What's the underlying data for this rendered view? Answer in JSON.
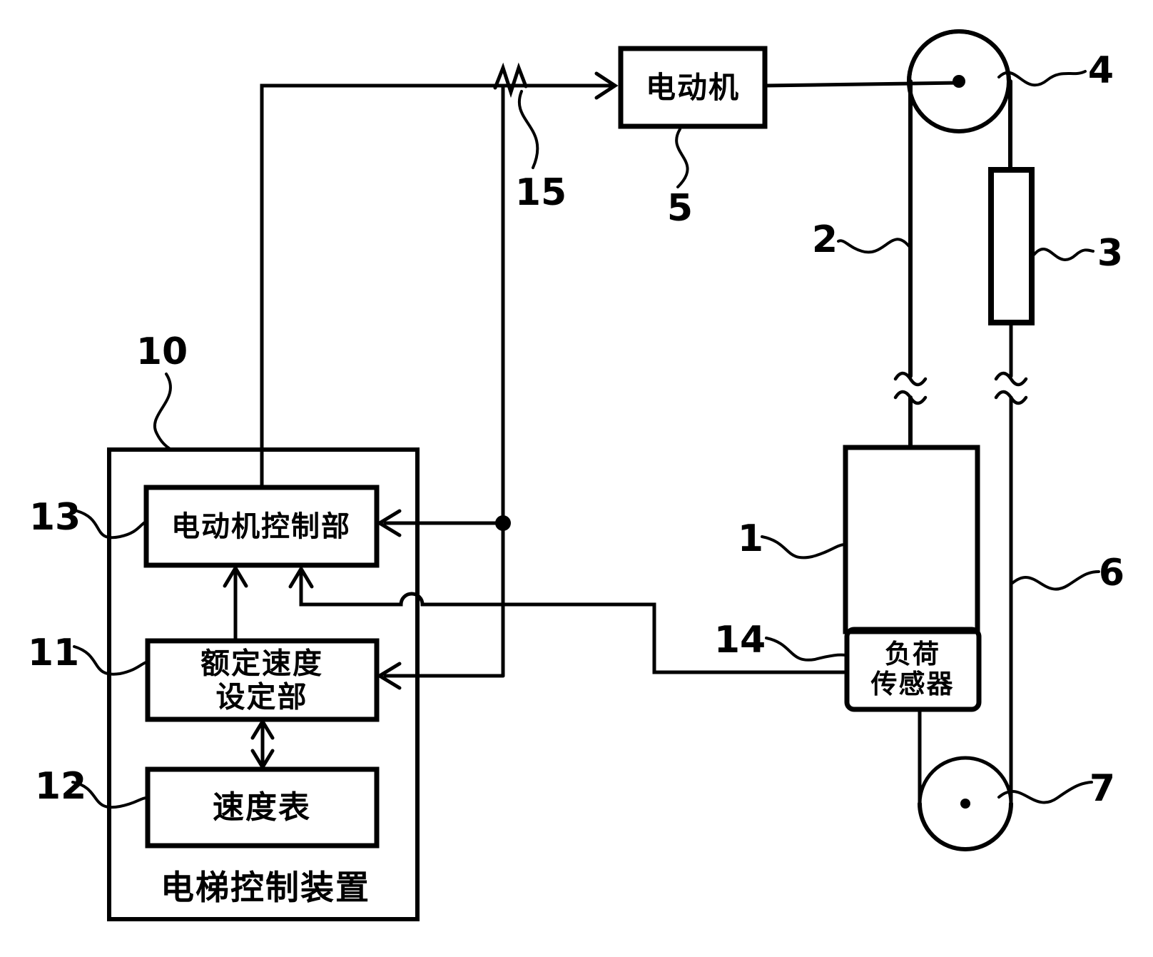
{
  "figure": {
    "background_color": "#ffffff",
    "line_color": "#000000"
  },
  "boxes": {
    "motor": "电动机",
    "motor_control": "电动机控制部",
    "rated_speed_setting": "额定速度\n设定部",
    "speed_table": "速度表",
    "elevator_controller": "电梯控制装置",
    "load_sensor": "负荷\n传感器"
  },
  "refs": {
    "car": "1",
    "main_rope": "2",
    "counterweight": "3",
    "traction_sheave": "4",
    "motor": "5",
    "compensating_rope": "6",
    "tension_pulley": "7",
    "controller": "10",
    "rated_speed_setting": "11",
    "speed_table": "12",
    "motor_control": "13",
    "load_sensor": "14",
    "cable": "15"
  }
}
